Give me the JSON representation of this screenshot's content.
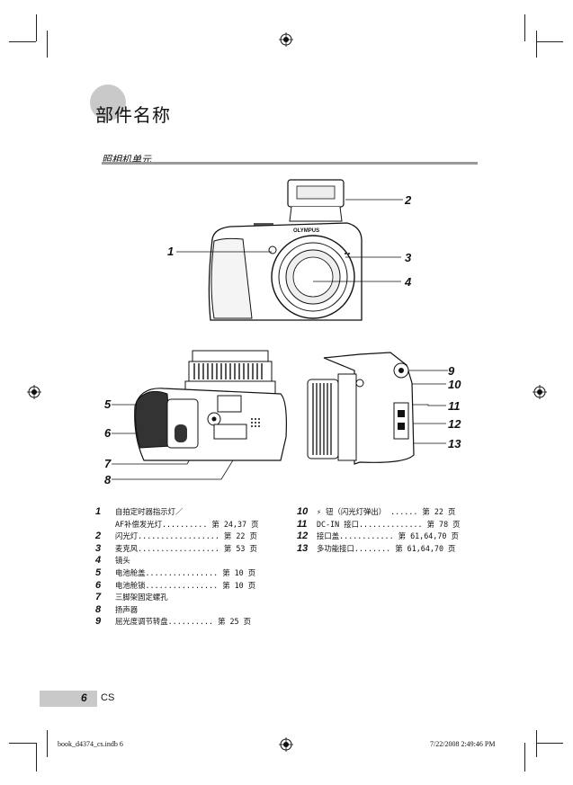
{
  "header": {
    "title": "部件名称",
    "section": "照相机单元"
  },
  "callouts": [
    "1",
    "2",
    "3",
    "4",
    "5",
    "6",
    "7",
    "8",
    "9",
    "10",
    "11",
    "12",
    "13"
  ],
  "camera": {
    "brand": "OLYMPUS"
  },
  "parts_left": [
    {
      "num": "1",
      "text": "自拍定时器指示灯／"
    },
    {
      "num": "",
      "text": "AF补偿发光灯.......... 第 24,37 页"
    },
    {
      "num": "2",
      "text": "闪光灯.................. 第 22 页"
    },
    {
      "num": "3",
      "text": "麦克风.................. 第 53 页"
    },
    {
      "num": "4",
      "text": "镜头"
    },
    {
      "num": "5",
      "text": "电池舱盖................ 第 10 页"
    },
    {
      "num": "6",
      "text": "电池舱锁................ 第 10 页"
    },
    {
      "num": "7",
      "text": "三脚架固定螺孔"
    },
    {
      "num": "8",
      "text": "扬声器"
    },
    {
      "num": "9",
      "text": "屈光度调节转盘.......... 第 25 页"
    }
  ],
  "parts_right": [
    {
      "num": "10",
      "text": "⚡ 钮（闪光灯弹出） ...... 第 22 页"
    },
    {
      "num": "11",
      "text": "DC-IN 接口.............. 第 78 页"
    },
    {
      "num": "12",
      "text": "接口盖............ 第 61,64,70 页"
    },
    {
      "num": "13",
      "text": "多功能接口........ 第 61,64,70 页"
    }
  ],
  "footer": {
    "page_number": "6",
    "language": "CS",
    "slug_file": "book_d4374_cs.indb   6",
    "slug_date": "7/22/2008   2:49:46 PM"
  }
}
